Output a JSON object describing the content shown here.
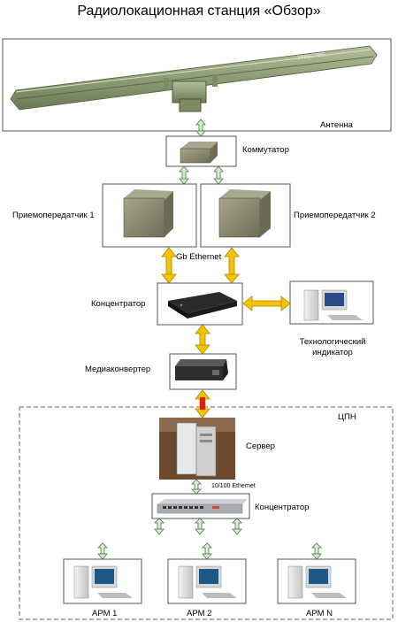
{
  "title": "Радиолокационная станция «Обзор»",
  "labels": {
    "antenna": "Антенна",
    "switch": "Коммутатор",
    "transceiver1": "Приемопередатчик 1",
    "transceiver2": "Приемопередатчик 2",
    "gb_ethernet": "Gb Ethernet",
    "concentrator_top": "Концентратор",
    "tech_indicator_line1": "Технологический",
    "tech_indicator_line2": "индикатор",
    "media_converter": "Медиаконвертер",
    "cpn": "ЦПН",
    "server": "Сервер",
    "ethernet_100": "10/100 Ethernet",
    "concentrator_bottom": "Концентратор",
    "arm1": "АРМ 1",
    "arm2": "АРМ 2",
    "armn": "АРМ N"
  },
  "antenna_brand": "ЗАВЕСТВО",
  "colors": {
    "antenna": "#8c9a72",
    "equipment": "#8a8770",
    "yellow_arrow": "#f5c400",
    "red_arrow": "#e02000",
    "green_arrow": "#d9f0d0"
  }
}
